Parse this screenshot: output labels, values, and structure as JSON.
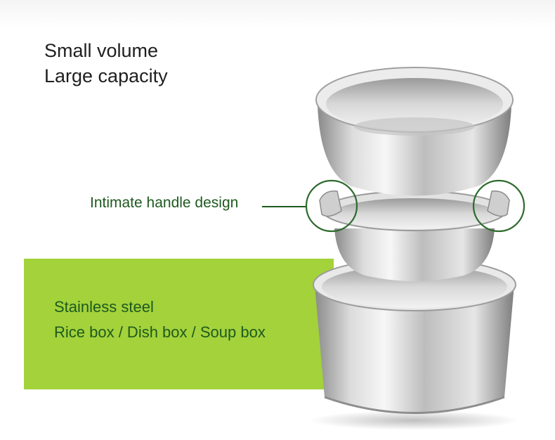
{
  "headline": {
    "line1": "Small volume",
    "line2": "Large capacity"
  },
  "callout": {
    "label": "Intimate handle design"
  },
  "panel": {
    "line1": "Stainless steel",
    "line2": "Rice box / Dish box / Soup box",
    "color": "#a3d23b"
  },
  "colors": {
    "accent_text": "#1e5a1e",
    "circle_stroke": "#2e6b2e"
  }
}
